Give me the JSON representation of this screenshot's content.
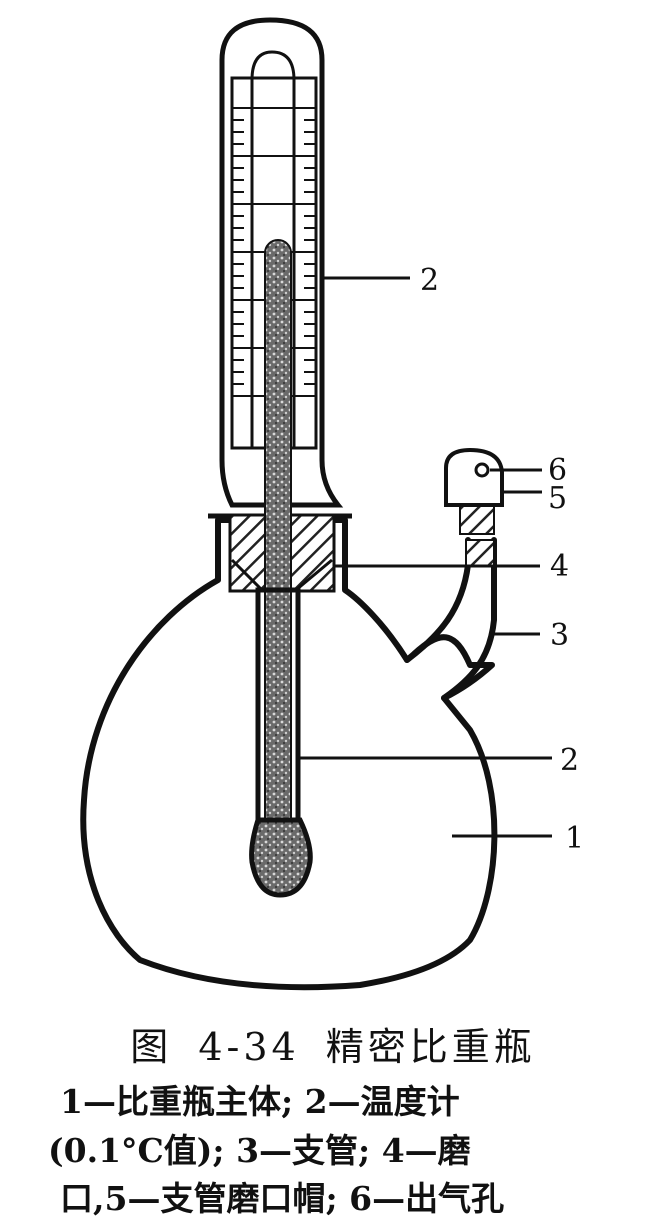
{
  "labels": {
    "l1": "1",
    "l2a": "2",
    "l2b": "2",
    "l3": "3",
    "l4": "4",
    "l5": "5",
    "l6": "6"
  },
  "caption": {
    "fig_prefix": "图",
    "fig_number": "4-34",
    "fig_title": "精密比重瓶",
    "line1": "1—比重瓶主体; 2—温度计",
    "line2": "(0.1°C值); 3—支管; 4—磨",
    "line3": "口,5—支管磨口帽; 6—出气孔"
  }
}
